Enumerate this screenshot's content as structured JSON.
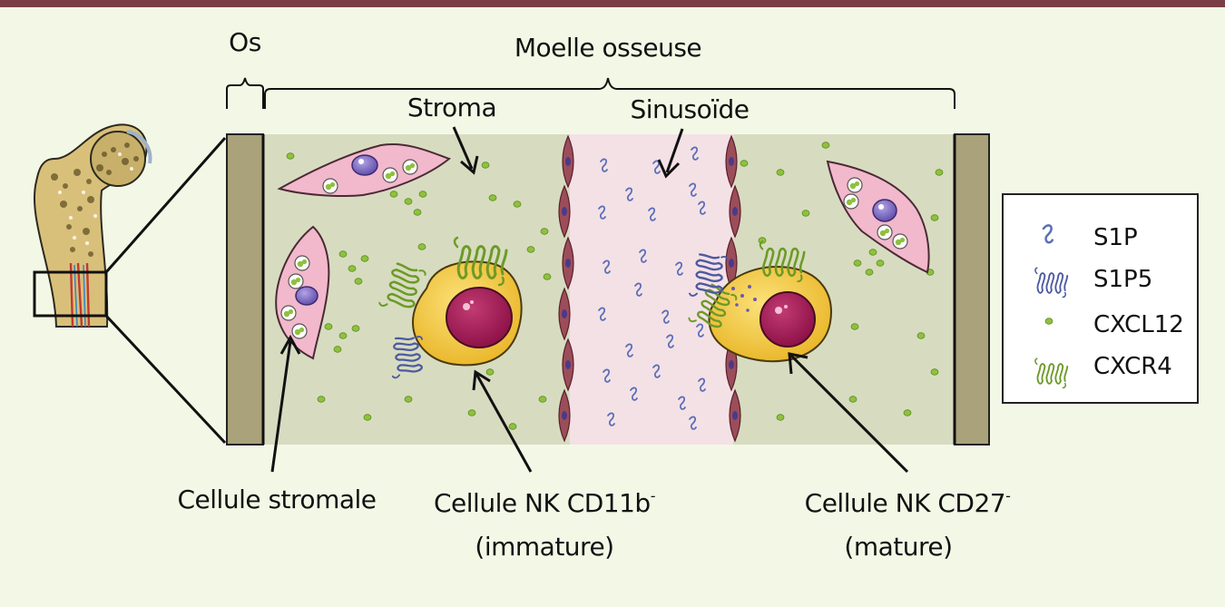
{
  "labels": {
    "os": "Os",
    "moelle": "Moelle osseuse",
    "stroma": "Stroma",
    "sinusoide": "Sinusoïde",
    "cellule_stromale": "Cellule stromale",
    "nk_immature_line1": "Cellule NK CD11b",
    "nk_immature_sup": "-",
    "nk_immature_line2": "(immature)",
    "nk_mature_line1": "Cellule NK CD27",
    "nk_mature_sup": "-",
    "nk_mature_line2": "(mature)"
  },
  "legend": {
    "items": [
      {
        "label": "S1P",
        "icon": "s1p-icon"
      },
      {
        "label": "S1P5",
        "icon": "s1p5-receptor-icon"
      },
      {
        "label": "CXCL12",
        "icon": "cxcl12-icon"
      },
      {
        "label": "CXCR4",
        "icon": "cxcr4-receptor-icon"
      }
    ]
  },
  "colors": {
    "frame_top": "#7a3c45",
    "bone_wall": "#a9a27a",
    "stroma_bg": "#d7dcc0",
    "sinusoid_bg": "#f4e1e6",
    "stromal_cell": "#f2b8cc",
    "nk_cell": "#f0c63a",
    "nucleus": "#a51a55",
    "s1p": "#5a6fb8",
    "s1p5": "#4d5aa0",
    "cxcl12": "#8fc03e",
    "cxcr4": "#7aa52e"
  }
}
